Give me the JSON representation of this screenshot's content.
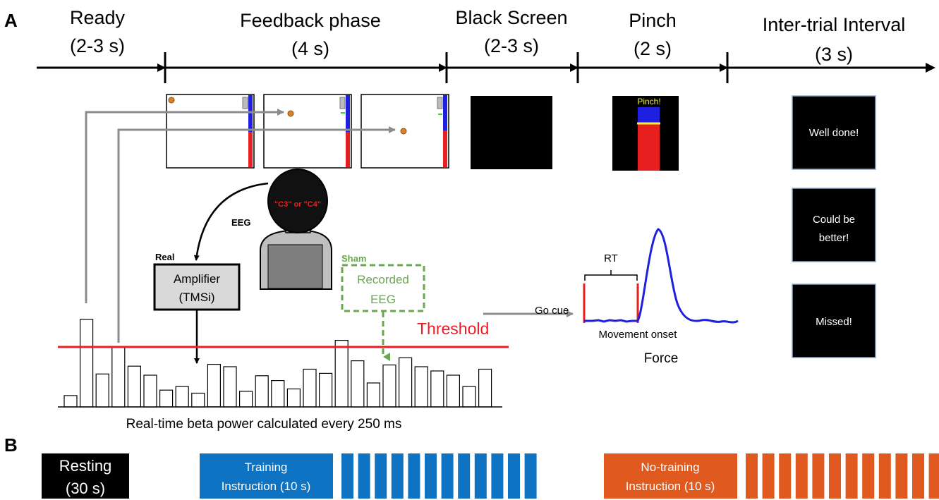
{
  "panel_labels": {
    "a": "A",
    "b": "B"
  },
  "timeline": {
    "phases": [
      {
        "name": "Ready",
        "duration": "(2-3 s)"
      },
      {
        "name": "Feedback phase",
        "duration": "(4 s)"
      },
      {
        "name": "Black Screen",
        "duration": "(2-3 s)"
      },
      {
        "name": "Pinch",
        "duration": "(2 s)"
      },
      {
        "name": "Inter-trial Interval",
        "duration": "(3 s)"
      }
    ]
  },
  "pinch_screen": {
    "label": "Pinch!"
  },
  "feedback_messages": [
    "Well done!",
    "Could be better!",
    "Missed!"
  ],
  "eeg": {
    "electrode_label": "\"C3\" or \"C4\"",
    "eeg_label": "EEG",
    "real_label": "Real",
    "amplifier_line1": "Amplifier",
    "amplifier_line2": "(TMSi)",
    "sham_label": "Sham",
    "recorded_line1": "Recorded",
    "recorded_line2": "EEG"
  },
  "threshold_label": "Threshold",
  "beta_caption": "Real-time beta power calculated every 250 ms",
  "beta_bars": [
    0.19,
    1.46,
    0.55,
    0.99,
    0.68,
    0.53,
    0.28,
    0.34,
    0.23,
    0.71,
    0.67,
    0.26,
    0.52,
    0.44,
    0.3,
    0.63,
    0.56,
    1.11,
    0.77,
    0.4,
    0.7,
    0.82,
    0.67,
    0.6,
    0.53,
    0.34,
    0.63
  ],
  "force": {
    "rt_label": "RT",
    "go_cue_label": "Go cue",
    "onset_label": "Movement onset",
    "title": "Force"
  },
  "colors": {
    "threshold": "#ee1c24",
    "training": "#0f73c4",
    "notraining": "#e05a1f",
    "sham": "#6aa84f",
    "force_curve": "#1f1fe0",
    "feedback_blue": "#1f1fe0",
    "feedback_red": "#e81f1f"
  },
  "sequence": {
    "resting_line1": "Resting",
    "resting_line2": "(30 s)",
    "training_line1": "Training",
    "training_line2": "Instruction (10 s)",
    "notraining_line1": "No-training",
    "notraining_line2": "Instruction (10 s)",
    "training_trials": 12,
    "notraining_trials": 12
  }
}
